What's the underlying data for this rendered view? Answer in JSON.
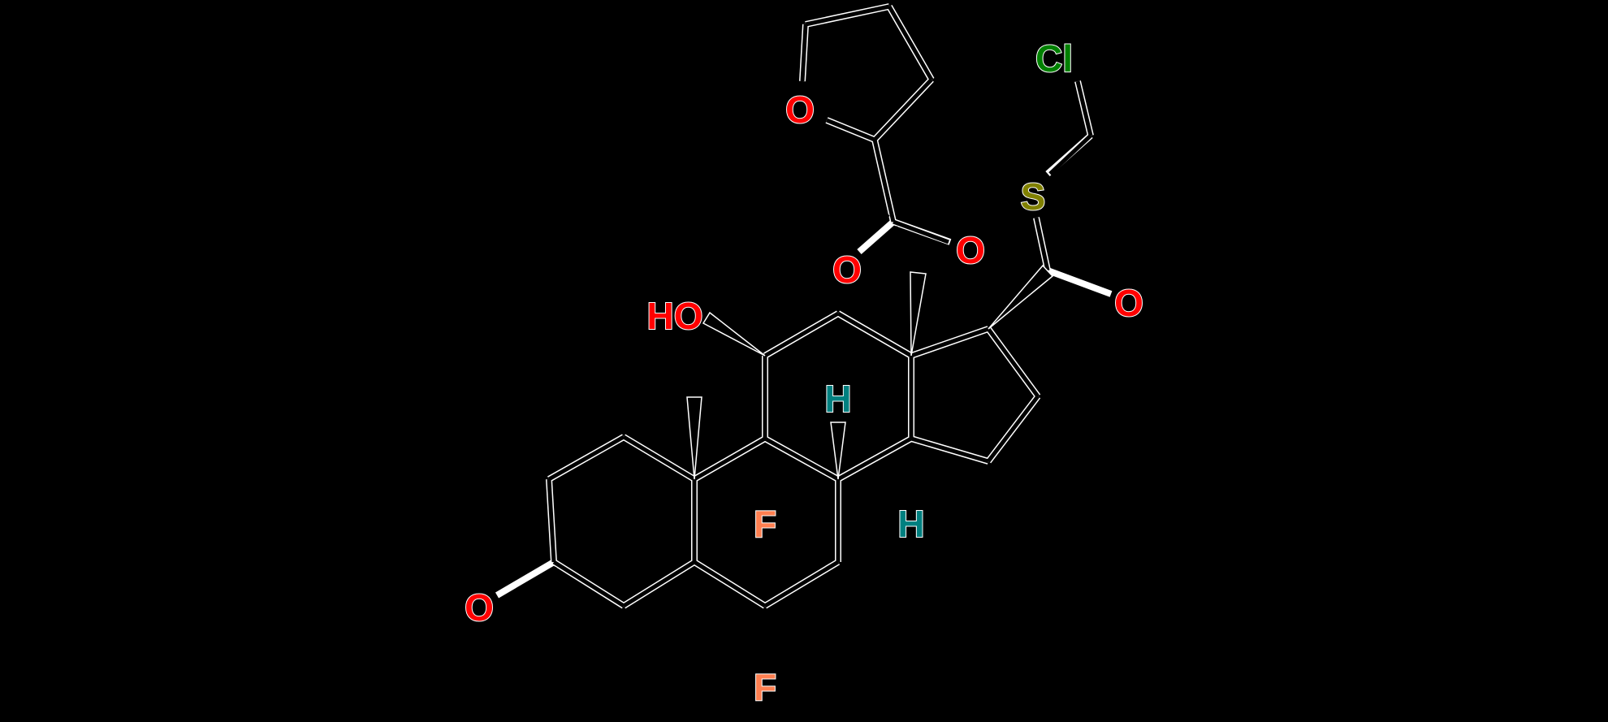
{
  "diagram": {
    "type": "chemical-structure",
    "background": "#000000",
    "colors": {
      "O": "#ff0000",
      "F": "#ff7f50",
      "H": "#008080",
      "S": "#808000",
      "Cl": "#008000",
      "bond": "#000000",
      "halo": "#ffffff"
    },
    "atom_labels": {
      "o_furan": "O",
      "o_ester_carbonyl": "O",
      "o_ester": "O",
      "o_thioester": "O",
      "hydroxyl": "HO",
      "o_ketone": "O",
      "f9": "F",
      "f6": "F",
      "h8": "H",
      "h14": "H",
      "s": "S",
      "cl": "Cl"
    }
  }
}
